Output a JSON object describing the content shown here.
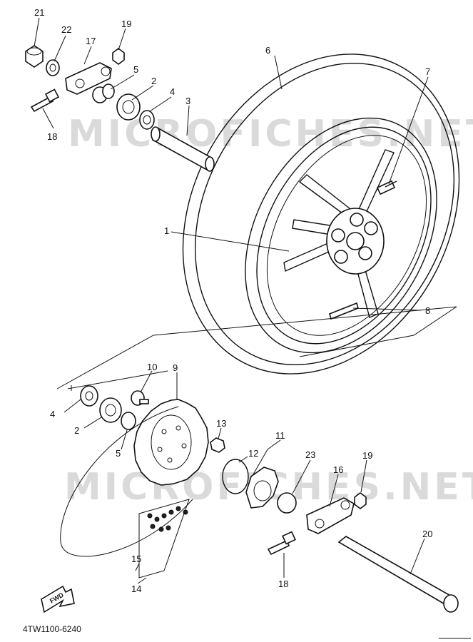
{
  "diagram": {
    "drawing_code": "4TW1100-6240",
    "fwd_label": "FWD",
    "watermark_top": "MICROFICHES.NET",
    "watermark_bottom": "MICROFICHES.NET",
    "callouts": {
      "c1": "1",
      "c2a": "2",
      "c2b": "2",
      "c3": "3",
      "c4a": "4",
      "c4b": "4",
      "c5a": "5",
      "c5b": "5",
      "c6": "6",
      "c7": "7",
      "c8": "8",
      "c9": "9",
      "c10": "10",
      "c11": "11",
      "c12": "12",
      "c13": "13",
      "c14": "14",
      "c15": "15",
      "c16": "16",
      "c17": "17",
      "c18a": "18",
      "c18b": "18",
      "c19a": "19",
      "c19b": "19",
      "c20": "20",
      "c21": "21",
      "c22": "22",
      "c23": "23"
    }
  }
}
